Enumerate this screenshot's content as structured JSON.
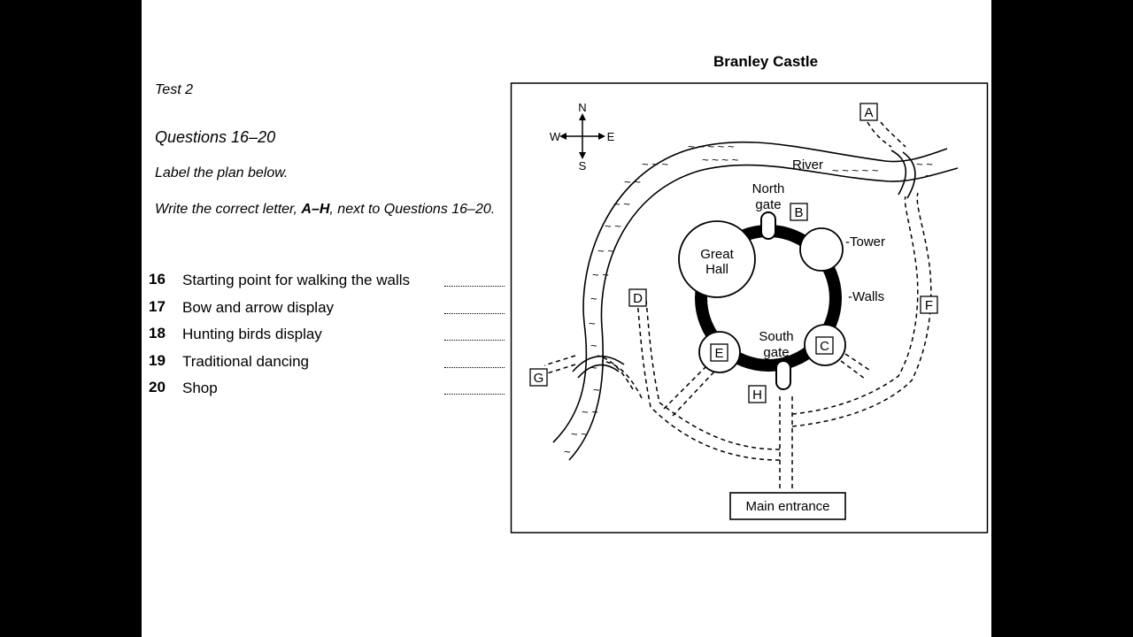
{
  "header": {
    "test_label": "Test 2"
  },
  "questions": {
    "title": "Questions 16–20",
    "instruction1": "Label the plan below.",
    "instruction2_prefix": "Write the correct letter, ",
    "instruction2_bold": "A–H",
    "instruction2_suffix": ", next to Questions 16–20.",
    "items": [
      {
        "number": "16",
        "text": "Starting point for walking the walls"
      },
      {
        "number": "17",
        "text": "Bow and arrow display"
      },
      {
        "number": "18",
        "text": "Hunting birds display"
      },
      {
        "number": "19",
        "text": "Traditional dancing"
      },
      {
        "number": "20",
        "text": "Shop"
      }
    ]
  },
  "plan": {
    "title": "Branley Castle",
    "compass": {
      "n": "N",
      "s": "S",
      "e": "E",
      "w": "W"
    },
    "labels": {
      "river": "River",
      "north_gate_line1": "North",
      "north_gate_line2": "gate",
      "south_gate_line1": "South",
      "south_gate_line2": "gate",
      "great_hall_line1": "Great",
      "great_hall_line2": "Hall",
      "tower": "-Tower",
      "walls": "-Walls",
      "main_entrance": "Main entrance"
    },
    "letters": {
      "a": "A",
      "b": "B",
      "c": "C",
      "d": "D",
      "e": "E",
      "f": "F",
      "g": "G",
      "h": "H"
    }
  }
}
